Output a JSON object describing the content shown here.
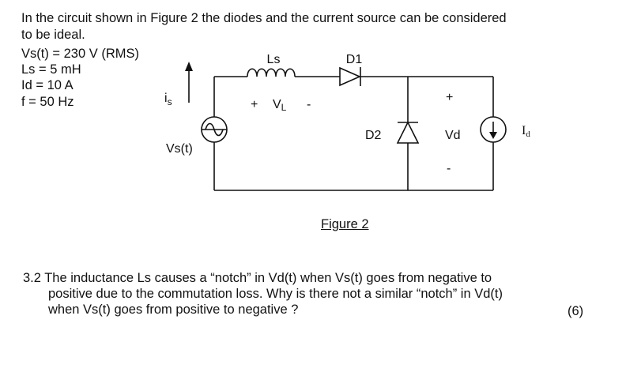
{
  "intro": {
    "line1": "In the circuit shown in Figure 2 the diodes and the current source can be considered",
    "line2": "to be ideal."
  },
  "params": [
    "Vs(t) = 230 V (RMS)",
    "Ls = 5 mH",
    "Id = 10 A",
    "f = 50 Hz"
  ],
  "circuit": {
    "is_label": "i",
    "is_sub": "s",
    "ls_label": "Ls",
    "d1_label": "D1",
    "vl_plus": "+",
    "vl_label": "V",
    "vl_sub": "L",
    "vl_minus": "-",
    "vs_label": "Vs(t)",
    "d2_label": "D2",
    "vd_plus": "+",
    "vd_label": "Vd",
    "vd_minus": "-",
    "id_label": "I",
    "id_sub": "d"
  },
  "figure_caption": "Figure 2",
  "question": {
    "line1": "3.2 The inductance Ls  causes a “notch” in Vd(t) when Vs(t) goes from negative to",
    "line2": "positive due to the commutation loss. Why is there not a similar “notch” in Vd(t)",
    "line3": "when Vs(t) goes from positive to negative ?",
    "marks": "(6)"
  }
}
